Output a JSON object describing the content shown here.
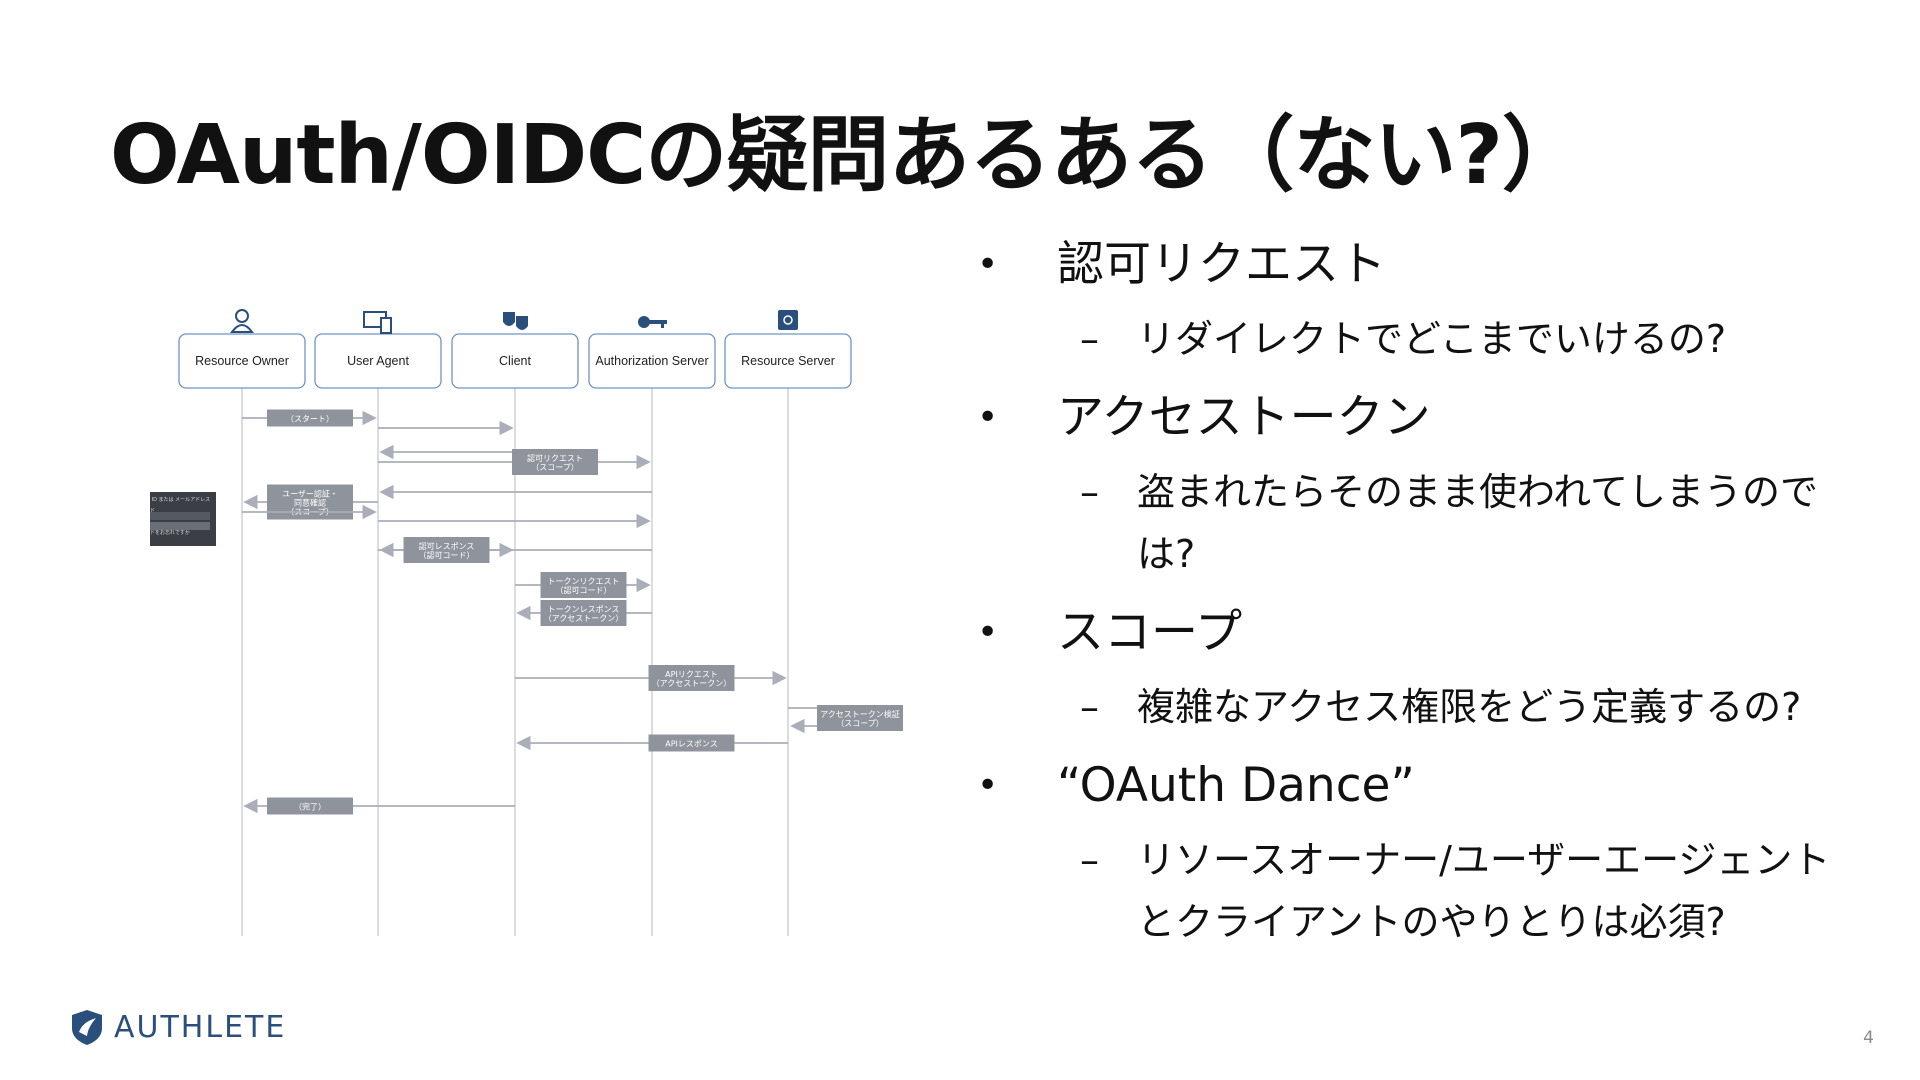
{
  "title": "OAuth/OIDCの疑問あるある（ない?）",
  "diagram": {
    "actors": [
      "Resource Owner",
      "User Agent",
      "Client",
      "Authorization Server",
      "Resource Server"
    ],
    "messages": [
      {
        "label": "（スタート）",
        "dir": "right",
        "from": 0,
        "to": 1
      },
      {
        "label": "",
        "dir": "right",
        "from": 1,
        "to": 2
      },
      {
        "label": "",
        "dir": "right",
        "from": 2,
        "to": 1
      },
      {
        "label": "認可リクエスト\n（スコープ）",
        "dir": "right",
        "from": 1,
        "to": 3
      },
      {
        "label": "",
        "dir": "left",
        "from": 3,
        "to": 1
      },
      {
        "label": "ユーザー認証・\n同意確認\n（スコープ）",
        "dir": "left",
        "from": 1,
        "to": 0
      },
      {
        "label": "",
        "dir": "right",
        "from": 0,
        "to": 1
      },
      {
        "label": "",
        "dir": "right",
        "from": 1,
        "to": 3
      },
      {
        "label": "",
        "dir": "left",
        "from": 3,
        "to": 1
      },
      {
        "label": "認可レスポンス\n（認可コード）",
        "dir": "right",
        "from": 1,
        "to": 2
      },
      {
        "label": "トークンリクエスト\n（認可コード）",
        "dir": "right",
        "from": 2,
        "to": 3
      },
      {
        "label": "トークンレスポンス\n（アクセストークン）",
        "dir": "left",
        "from": 3,
        "to": 2
      },
      {
        "label": "APIリクエスト\n（アクセストークン）",
        "dir": "right",
        "from": 2,
        "to": 4
      },
      {
        "label": "アクセストークン検証\n（スコープ）",
        "dir": "self",
        "from": 4,
        "to": 4
      },
      {
        "label": "APIレスポンス",
        "dir": "left",
        "from": 4,
        "to": 2
      },
      {
        "label": "（完了）",
        "dir": "left",
        "from": 2,
        "to": 0
      }
    ],
    "login_panel": {
      "header": "ログイン ID または メールアドレス",
      "password": "パスワード",
      "button": "ログイン",
      "footer": "パスワードをお忘れですか"
    }
  },
  "bullets": [
    {
      "text": "認可リクエスト",
      "subs": [
        "リダイレクトでどこまでいけるの?"
      ]
    },
    {
      "text": "アクセストークン",
      "subs": [
        "盗まれたらそのまま使われてしまうのでは?"
      ]
    },
    {
      "text": "スコープ",
      "subs": [
        "複雑なアクセス権限をどう定義するの?"
      ]
    },
    {
      "text": "“OAuth Dance”",
      "subs": [
        "リソースオーナー/ユーザーエージェントとクライアントのやりとりは必須?"
      ]
    }
  ],
  "logo_text": "AUTHLETE",
  "page_number": "4",
  "colors": {
    "arrow": "#a9aeb8",
    "label_box": "#8f949c",
    "actor_border": "#6f93c4",
    "logo": "#2a4f7c"
  }
}
